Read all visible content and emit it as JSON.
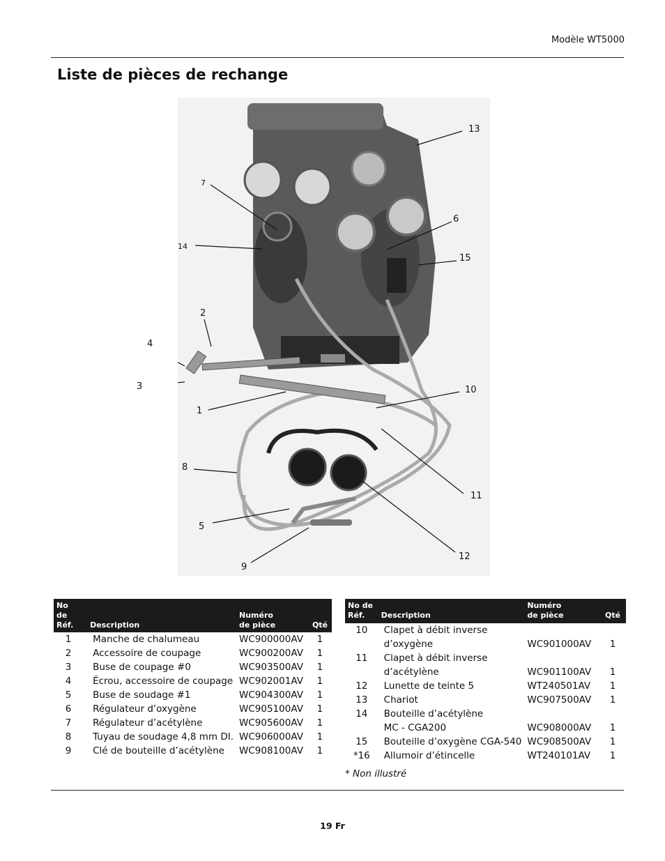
{
  "header": {
    "model": "Modèle WT5000"
  },
  "title": "Liste de pièces de rechange",
  "callouts": [
    {
      "id": "c13",
      "label": "13"
    },
    {
      "id": "c7",
      "label": "7"
    },
    {
      "id": "c6",
      "label": "6"
    },
    {
      "id": "c14",
      "label": "14"
    },
    {
      "id": "c15",
      "label": "15"
    },
    {
      "id": "c2",
      "label": "2"
    },
    {
      "id": "c4",
      "label": "4"
    },
    {
      "id": "c3",
      "label": "3"
    },
    {
      "id": "c10",
      "label": "10"
    },
    {
      "id": "c1",
      "label": "1"
    },
    {
      "id": "c8",
      "label": "8"
    },
    {
      "id": "c11",
      "label": "11"
    },
    {
      "id": "c5",
      "label": "5"
    },
    {
      "id": "c12",
      "label": "12"
    },
    {
      "id": "c9",
      "label": "9"
    }
  ],
  "table_headers": {
    "ref_line1": "No  de",
    "ref_line2": "Réf.",
    "desc": "Description",
    "part_line1": "Numéro",
    "part_line2": "de pièce",
    "qty": "Qté"
  },
  "table_left": [
    {
      "ref": "1",
      "desc": "Manche de chalumeau",
      "part": "WC900000AV",
      "qty": "1"
    },
    {
      "ref": "2",
      "desc": "Accessoire de coupage",
      "part": "WC900200AV",
      "qty": "1"
    },
    {
      "ref": "3",
      "desc": "Buse de coupage #0",
      "part": "WC903500AV",
      "qty": "1"
    },
    {
      "ref": "4",
      "desc": "Écrou, accessoire de coupage",
      "part": "WC902001AV",
      "qty": "1"
    },
    {
      "ref": "5",
      "desc": "Buse de soudage #1",
      "part": "WC904300AV",
      "qty": "1"
    },
    {
      "ref": "6",
      "desc": "Régulateur d’oxygène",
      "part": "WC905100AV",
      "qty": "1"
    },
    {
      "ref": "7",
      "desc": "Régulateur d’acétylène",
      "part": "WC905600AV",
      "qty": "1"
    },
    {
      "ref": "8",
      "desc": "Tuyau de soudage 4,8 mm DI.",
      "part": "WC906000AV",
      "qty": "1"
    },
    {
      "ref": "9",
      "desc": "Clé de bouteille d’acétylène",
      "part": "WC908100AV",
      "qty": "1"
    }
  ],
  "table_right": [
    {
      "ref": "10",
      "desc": "Clapet à débit inverse",
      "part": "",
      "qty": ""
    },
    {
      "ref": "",
      "desc": "d’oxygène",
      "part": "WC901000AV",
      "qty": "1"
    },
    {
      "ref": "11",
      "desc": "Clapet à débit inverse",
      "part": "",
      "qty": ""
    },
    {
      "ref": "",
      "desc": "d’acétylène",
      "part": "WC901100AV",
      "qty": "1"
    },
    {
      "ref": "12",
      "desc": "Lunette de teinte 5",
      "part": "WT240501AV",
      "qty": "1"
    },
    {
      "ref": "13",
      "desc": "Chariot",
      "part": "WC907500AV",
      "qty": "1"
    },
    {
      "ref": "14",
      "desc": "Bouteille d’acétylène",
      "part": "",
      "qty": ""
    },
    {
      "ref": "",
      "desc": "MC - CGA200",
      "part": "WC908000AV",
      "qty": "1"
    },
    {
      "ref": "15",
      "desc": "Bouteille d’oxygène CGA-540",
      "part": "WC908500AV",
      "qty": "1"
    },
    {
      "ref": "*16",
      "desc": "Allumoir d’étincelle",
      "part": "WT240101AV",
      "qty": "1"
    }
  ],
  "footnote": "* Non illustré",
  "footer": {
    "page": "19 Fr"
  }
}
